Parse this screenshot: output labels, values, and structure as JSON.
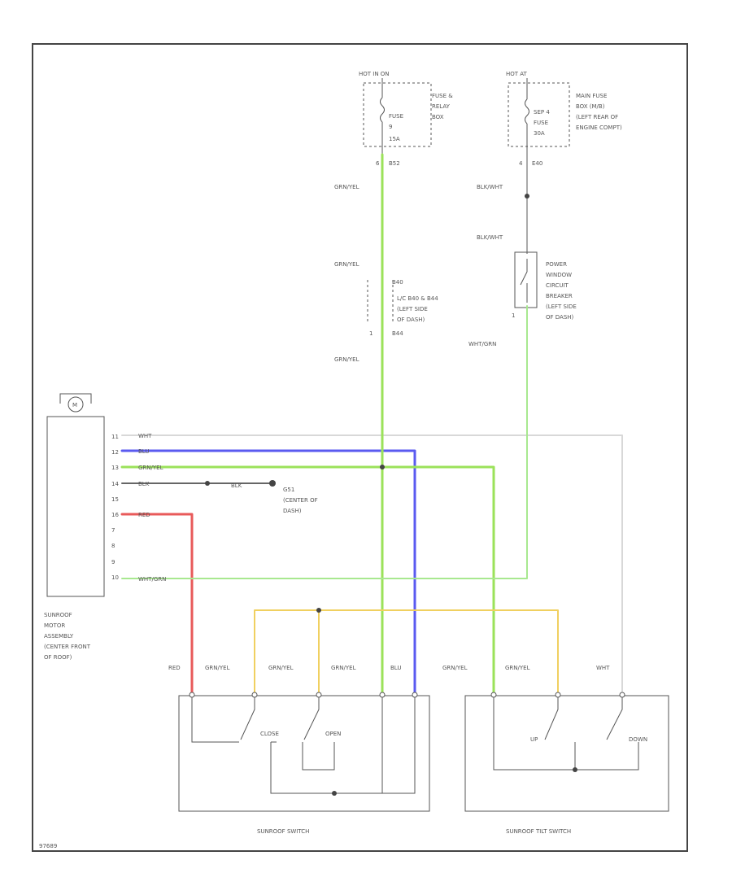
{
  "colors": {
    "grn_yel": "#9be25a",
    "blu": "#5a5af0",
    "red": "#e85a5a",
    "yel": "#f0d060",
    "wht_grn": "#a8e890",
    "wht": "#d8d8d8",
    "blk": "#666666"
  },
  "power_left": {
    "hot": "HOT IN ON",
    "fuse_label": "FUSE",
    "fuse_num": "9",
    "fuse_amp": "15A",
    "box_label": [
      "FUSE &",
      "RELAY",
      "BOX"
    ],
    "conn": "6",
    "conn_id": "B52"
  },
  "power_right": {
    "hot": "HOT AT",
    "fuse_label": [
      "SEP 4",
      "FUSE",
      "30A"
    ],
    "box_label": [
      "MAIN FUSE",
      "BOX (M/B)",
      "(LEFT REAR OF",
      "ENGINE COMPT)"
    ],
    "conn": "4",
    "conn_id": "E40"
  },
  "jbox": {
    "conn_top": "B40",
    "label": [
      "L/C B40 & B44",
      "(LEFT SIDE",
      "OF DASH)"
    ],
    "conn_bottom_pin": "1",
    "conn_bottom": "B44"
  },
  "breaker": {
    "label": [
      "POWER",
      "WINDOW",
      "CIRCUIT",
      "BREAKER",
      "(LEFT SIDE",
      "OF DASH)"
    ],
    "pin": "1"
  },
  "wires": {
    "grn_yel": "GRN/YEL",
    "blk_wht": "BLK/WHT",
    "wht_grn": "WHT/GRN",
    "wht": "WHT",
    "blu": "BLU",
    "blk": "BLK",
    "red": "RED"
  },
  "motor": {
    "symbol": "M",
    "pins": [
      "11",
      "12",
      "13",
      "14",
      "15",
      "16",
      "7",
      "8",
      "9",
      "10"
    ],
    "label": [
      "SUNROOF",
      "MOTOR",
      "ASSEMBLY",
      "(CENTER FRONT",
      "OF ROOF)"
    ]
  },
  "ground": {
    "label": [
      "G51",
      "(CENTER OF",
      "DASH)"
    ]
  },
  "sunroof_switch": {
    "label": "SUNROOF SWITCH",
    "close": "CLOSE",
    "open": "OPEN"
  },
  "tilt_switch": {
    "label": "SUNROOF TILT SWITCH",
    "up": "UP",
    "down": "DOWN"
  },
  "figure_id": "97689"
}
